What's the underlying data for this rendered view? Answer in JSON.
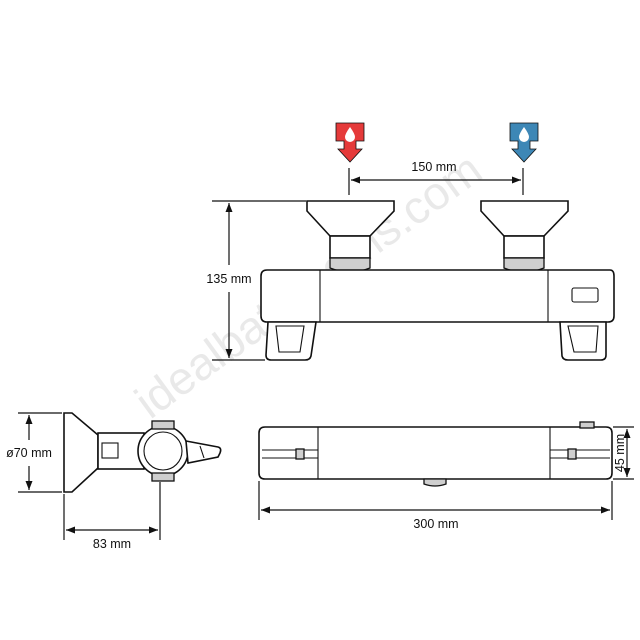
{
  "watermark": "idealbathrooms.com",
  "colors": {
    "hot": "#e53a3a",
    "cold": "#3d87b6",
    "line": "#111111",
    "watermark": "#d8d8d8"
  },
  "icons": {
    "hot_inlet": "hot-water-drop-icon",
    "cold_inlet": "cold-water-drop-icon"
  },
  "dimensions": {
    "inlet_spacing": "150 mm",
    "height": "135 mm",
    "diameter": "ø70 mm",
    "depth": "83 mm",
    "length": "300 mm",
    "body_height": "45 mm"
  }
}
